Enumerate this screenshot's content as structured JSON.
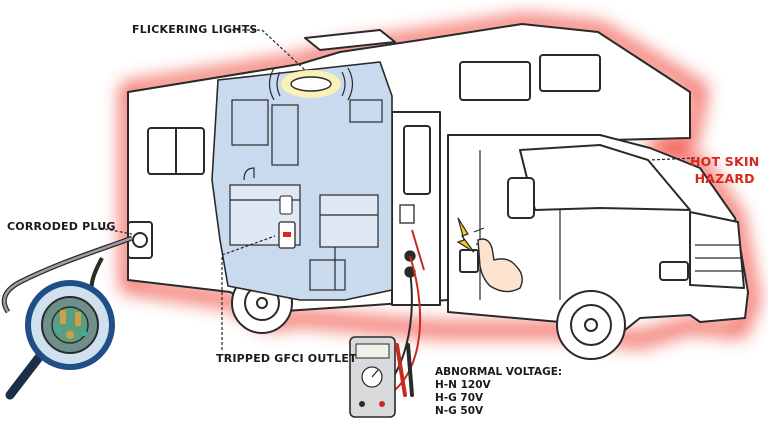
{
  "labels": {
    "flickering_lights": "FLICKERING LIGHTS",
    "hot_skin_line1": "HOT SKIN",
    "hot_skin_line2": "HAZARD",
    "corroded_plug": "CORRODED PLUG",
    "tripped_gfci": "TRIPPED GFCI OUTLET",
    "abnormal_voltage": "ABNORMAL VOLTAGE:",
    "readings": [
      "H-N 120V",
      "H-G 70V",
      "N-G 50V"
    ]
  },
  "colors": {
    "hazard_glow": "#f04a3c",
    "hazard_text": "#d8281c",
    "interior_tint": "#c9d9ee",
    "outline": "#2a2a2a",
    "lens_ring": "#1f4f86",
    "meter_body": "#d9dadb",
    "probe_red": "#c72a1e"
  },
  "icons": [
    "rv-motorhome-outline",
    "magnifier-icon",
    "multimeter-icon",
    "hand-pointer-icon",
    "spark-icon",
    "ceiling-light-icon",
    "gfci-outlet-icon"
  ]
}
